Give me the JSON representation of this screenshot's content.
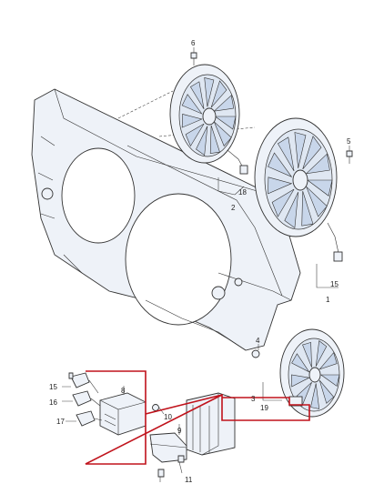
{
  "callouts": {
    "c1": "1",
    "c2": "2",
    "c3": "3",
    "c4": "4",
    "c5": "5",
    "c6": "6",
    "c8": "8",
    "c9": "9",
    "c10": "10",
    "c11": "11",
    "c15a": "15",
    "c15b": "15",
    "c16": "16",
    "c17": "17",
    "c18": "18",
    "c19": "19"
  },
  "colors": {
    "highlight": "#c0121b",
    "part_fill": "#eef2f8",
    "blade_fill": "#c8d6ea",
    "line": "#333333"
  }
}
